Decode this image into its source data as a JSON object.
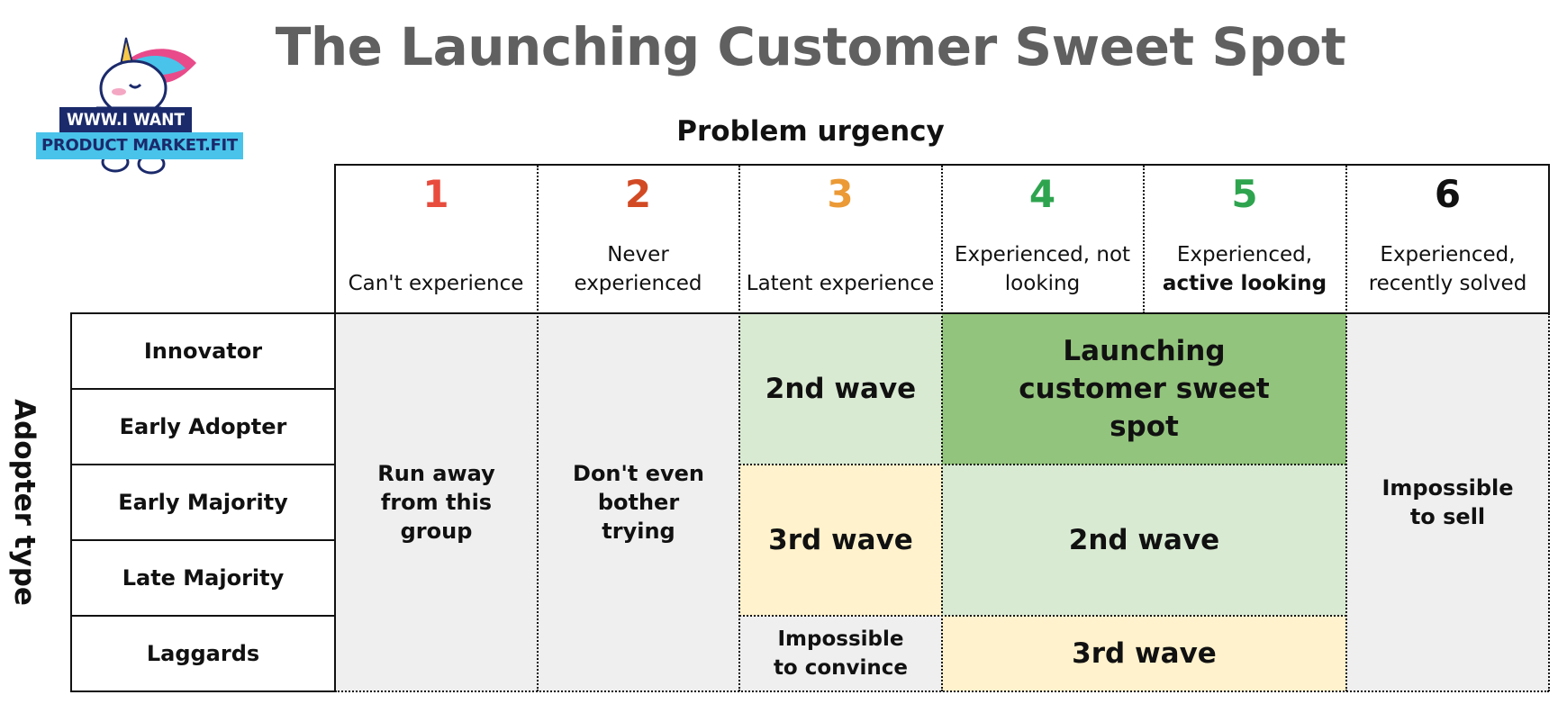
{
  "title": "The Launching Customer Sweet Spot",
  "axis_x_label": "Problem urgency",
  "axis_y_label": "Adopter type",
  "logo": {
    "line1": "WWW.I WANT",
    "line2": "PRODUCT MARKET.FIT"
  },
  "columns": [
    {
      "number": "1",
      "color": "#e84c3d",
      "label_html": "Can't experience"
    },
    {
      "number": "2",
      "color": "#d24a24",
      "label_html": "Never experienced"
    },
    {
      "number": "3",
      "color": "#eb9a36",
      "label_html": "Latent experience"
    },
    {
      "number": "4",
      "color": "#2ea44f",
      "label_html": "Experienced, not looking"
    },
    {
      "number": "5",
      "color": "#2ea44f",
      "label_plain": "Experienced,",
      "label_bold": "active looking"
    },
    {
      "number": "6",
      "color": "#111111",
      "label_html": "Experienced, recently solved"
    }
  ],
  "rows": [
    "Innovator",
    "Early Adopter",
    "Early Majority",
    "Late Majority",
    "Laggards"
  ],
  "zones": {
    "run_away": "Run away from this group",
    "dont_bother": "Don't even bother trying",
    "second_wave_top": "2nd wave",
    "sweet_spot": "Launching customer sweet spot",
    "third_wave_mid": "3rd wave",
    "second_wave_mid": "2nd wave",
    "impossible_convince": "Impossible to convince",
    "third_wave_bottom": "3rd wave",
    "impossible_sell": "Impossible to sell"
  }
}
